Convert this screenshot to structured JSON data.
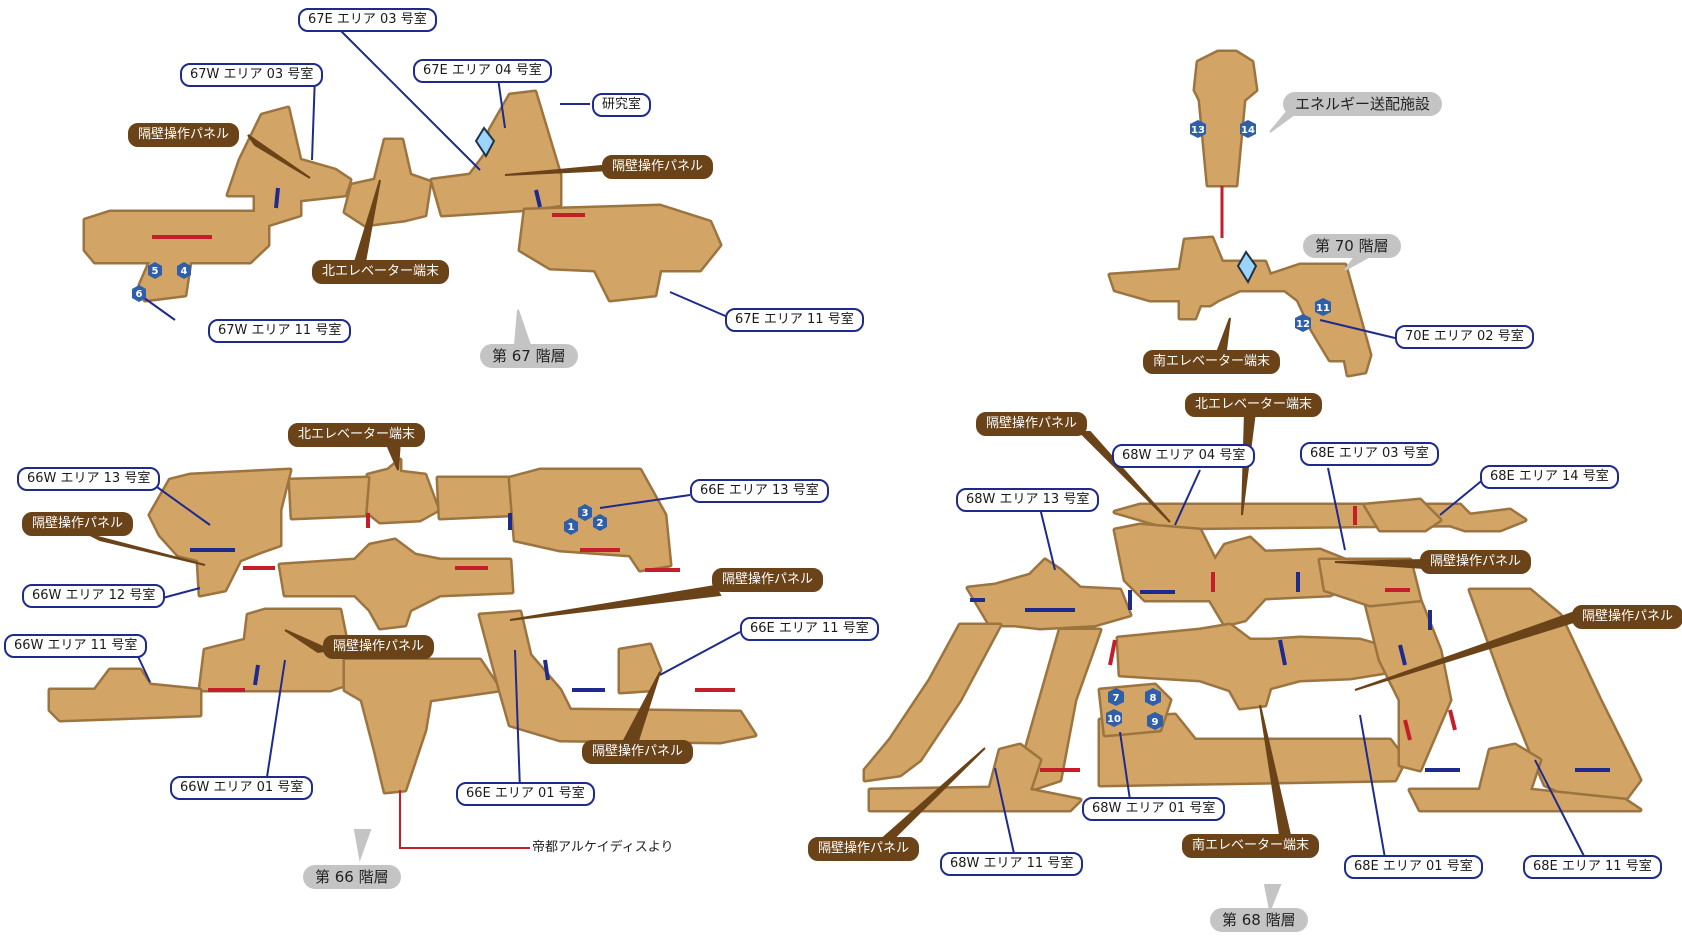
{
  "colors": {
    "floor": "#d2a566",
    "floor_side": "#9c7440",
    "red_door": "#c41e2a",
    "blue_door": "#1e2a8c",
    "marker": "#2f5fa8",
    "label_brown": "#6b4319",
    "label_gray": "#c4c4c4"
  },
  "floors": {
    "f67": {
      "name": "第 67 階層"
    },
    "f66": {
      "name": "第 66 階層"
    },
    "f68": {
      "name": "第 68 階層"
    },
    "f70": {
      "name": "第 70 階層"
    }
  },
  "labels": {
    "l67e03": "67E エリア 03 号室",
    "l67w03": "67W エリア 03 号室",
    "l67e04": "67E エリア 04 号室",
    "l67lab": "研究室",
    "l67p1": "隔壁操作パネル",
    "l67p2": "隔壁操作パネル",
    "l67n": "北エレベーター端末",
    "l67w11": "67W エリア 11 号室",
    "l67e11": "67E エリア 11 号室",
    "l70energy": "エネルギー送配施設",
    "l70s": "南エレベーター端末",
    "l70e02": "70E エリア 02 号室",
    "l66n": "北エレベーター端末",
    "l66w13": "66W エリア 13 号室",
    "l66e13": "66E エリア 13 号室",
    "l66p1": "隔壁操作パネル",
    "l66w12": "66W エリア 12 号室",
    "l66p2": "隔壁操作パネル",
    "l66w11": "66W エリア 11 号室",
    "l66p3": "隔壁操作パネル",
    "l66e11": "66E エリア 11 号室",
    "l66p4": "隔壁操作パネル",
    "l66w01": "66W エリア 01 号室",
    "l66e01": "66E エリア 01 号室",
    "l66from": "帝都アルケイディスより",
    "l68n": "北エレベーター端末",
    "l68p1": "隔壁操作パネル",
    "l68w04": "68W エリア 04 号室",
    "l68e03": "68E エリア 03 号室",
    "l68e14": "68E エリア 14 号室",
    "l68w13": "68W エリア 13 号室",
    "l68p2": "隔壁操作パネル",
    "l68p3": "隔壁操作パネル",
    "l68w01": "68W エリア 01 号室",
    "l68s": "南エレベーター端末",
    "l68p4": "隔壁操作パネル",
    "l68w11": "68W エリア 11 号室",
    "l68e01": "68E エリア 01 号室",
    "l68e11": "68E エリア 11 号室"
  },
  "markers": [
    "5",
    "4",
    "6",
    "13",
    "14",
    "11",
    "12",
    "3",
    "1",
    "2",
    "7",
    "8",
    "10",
    "9"
  ],
  "icons": [
    "save-crystal-icon",
    "save-crystal-icon"
  ]
}
